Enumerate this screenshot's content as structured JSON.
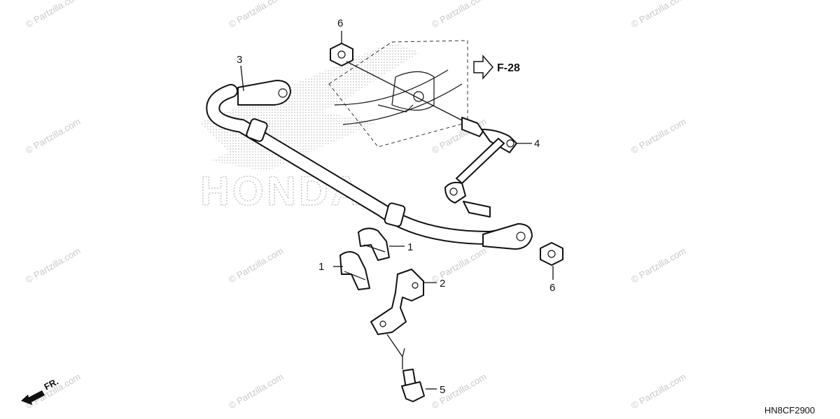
{
  "diagram": {
    "callouts": [
      "1",
      "1",
      "2",
      "3",
      "4",
      "5",
      "6",
      "6"
    ],
    "reference_label": "F-28",
    "direction_label": "FR.",
    "diagram_code": "HN8CF2900",
    "brand_watermark": "HONDA",
    "watermark_text": "© Partzilla.com"
  }
}
